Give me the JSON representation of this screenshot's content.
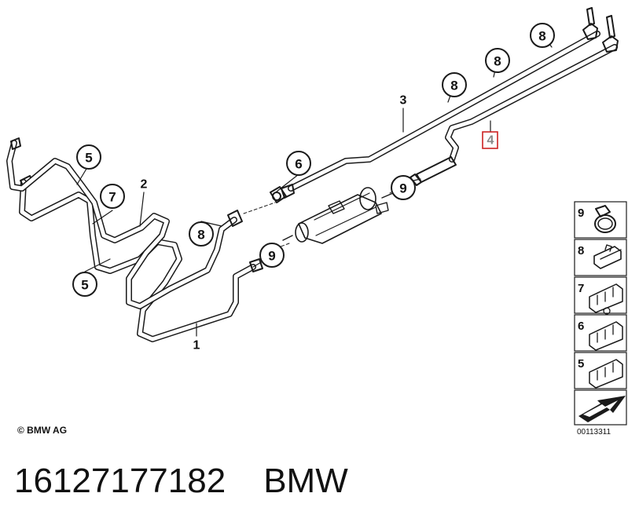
{
  "callouts": {
    "c5a": "5",
    "c7": "7",
    "c2": "2",
    "c5b": "5",
    "c8a": "8",
    "c9a": "9",
    "c1": "1",
    "c6": "6",
    "c3": "3",
    "c9b": "9",
    "c8b": "8",
    "c8c": "8",
    "c8d": "8",
    "c4": "4"
  },
  "legend": {
    "items": [
      {
        "num": "9",
        "icon": "hose-clamp-icon"
      },
      {
        "num": "8",
        "icon": "pipe-clip-icon"
      },
      {
        "num": "7",
        "icon": "double-holder-icon"
      },
      {
        "num": "6",
        "icon": "double-holder-icon"
      },
      {
        "num": "5",
        "icon": "double-holder-icon"
      }
    ],
    "arrow_icon": "direction-arrow-icon"
  },
  "copyright": "© BMW AG",
  "diagram_ref": "00113311",
  "caption": {
    "part_number": "16127177182",
    "brand": "BMW"
  },
  "colors": {
    "highlight_border": "#cc2222",
    "line": "#1a1a1a"
  }
}
